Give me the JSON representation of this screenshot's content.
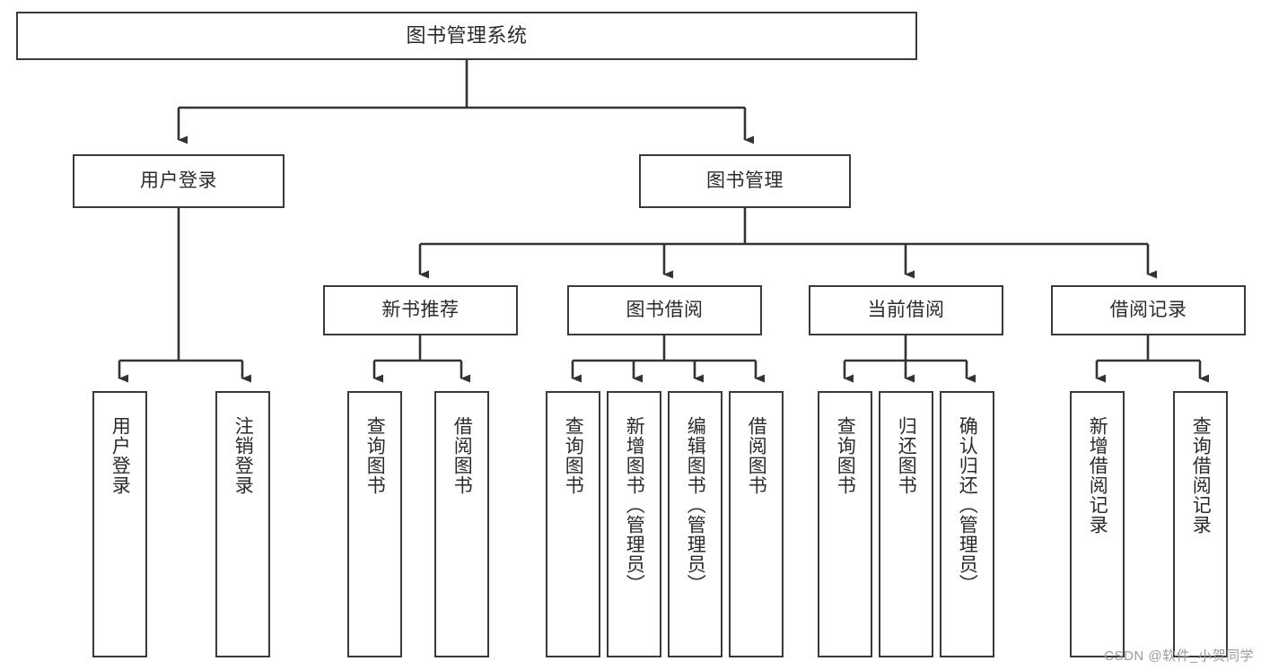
{
  "diagram": {
    "type": "tree",
    "title": "图书管理系统",
    "watermark": "CSDN @软件_小贺同学",
    "colors": {
      "box_border": "#3a3a3a",
      "box_fill": "#ffffff",
      "connector": "#333333",
      "text": "#2b2b2b",
      "watermark": "#9a9a9a"
    },
    "root": {
      "label": "图书管理系统"
    },
    "level2": [
      {
        "label": "用户登录"
      },
      {
        "label": "图书管理"
      }
    ],
    "level3": [
      {
        "label": "新书推荐"
      },
      {
        "label": "图书借阅"
      },
      {
        "label": "当前借阅"
      },
      {
        "label": "借阅记录"
      }
    ],
    "leaves": {
      "user_login": [
        {
          "label": "用户登录"
        },
        {
          "label": "注销登录"
        }
      ],
      "new_book_recommend": [
        {
          "label": "查询图书"
        },
        {
          "label": "借阅图书"
        }
      ],
      "book_borrow": [
        {
          "label": "查询图书"
        },
        {
          "label": "新增图书（管理员）"
        },
        {
          "label": "编辑图书（管理员）"
        },
        {
          "label": "借阅图书"
        }
      ],
      "current_borrow": [
        {
          "label": "查询图书"
        },
        {
          "label": "归还图书"
        },
        {
          "label": "确认归还（管理员）"
        }
      ],
      "borrow_record": [
        {
          "label": "新增借阅记录"
        },
        {
          "label": "查询借阅记录"
        }
      ]
    }
  }
}
